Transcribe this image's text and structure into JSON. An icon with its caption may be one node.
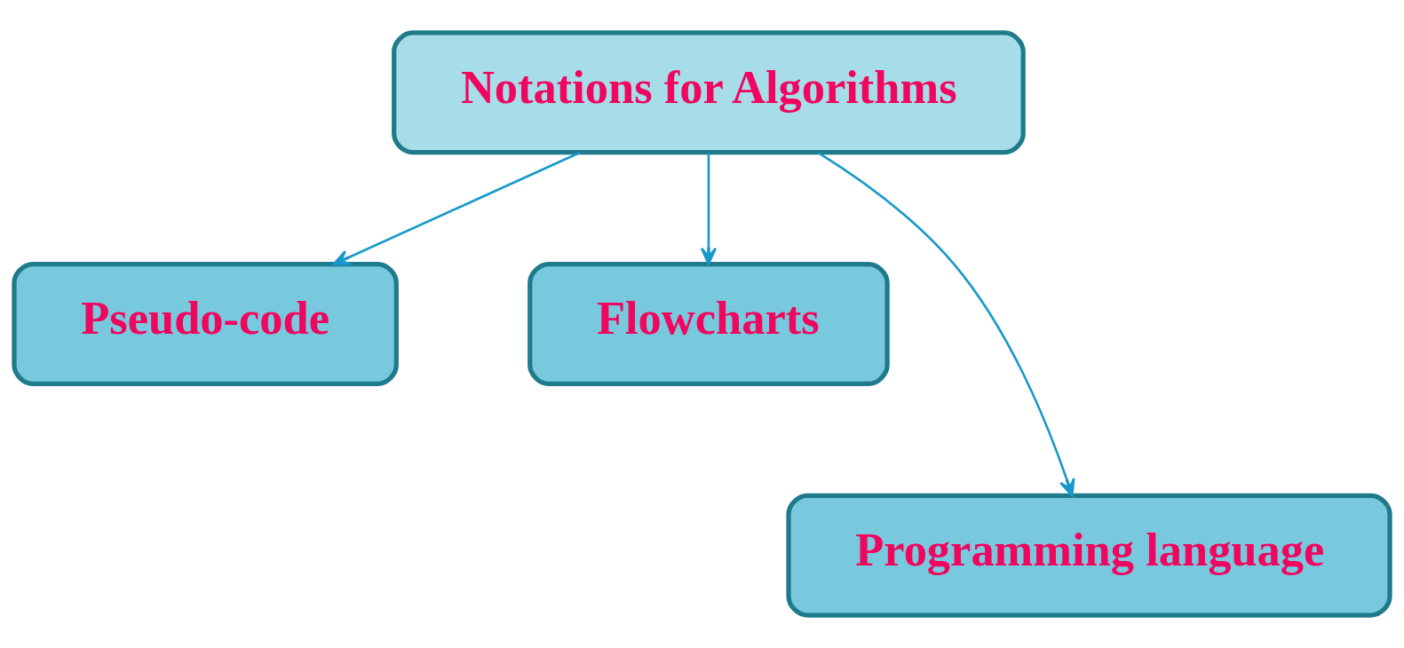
{
  "diagram": {
    "nodes": [
      {
        "text": [
          "Notations for Algorithms"
        ]
      },
      {
        "text": [
          "Pseudo-code"
        ]
      },
      {
        "text": [
          "Flowcharts"
        ]
      },
      {
        "text": [
          "Programming language"
        ]
      }
    ],
    "edges": [
      {
        "from": 0,
        "to": 1,
        "arrow": "to"
      },
      {
        "from": 0,
        "to": 3,
        "arrow": "to"
      },
      {
        "from": 0,
        "to": 2,
        "arrow": "to"
      }
    ]
  }
}
